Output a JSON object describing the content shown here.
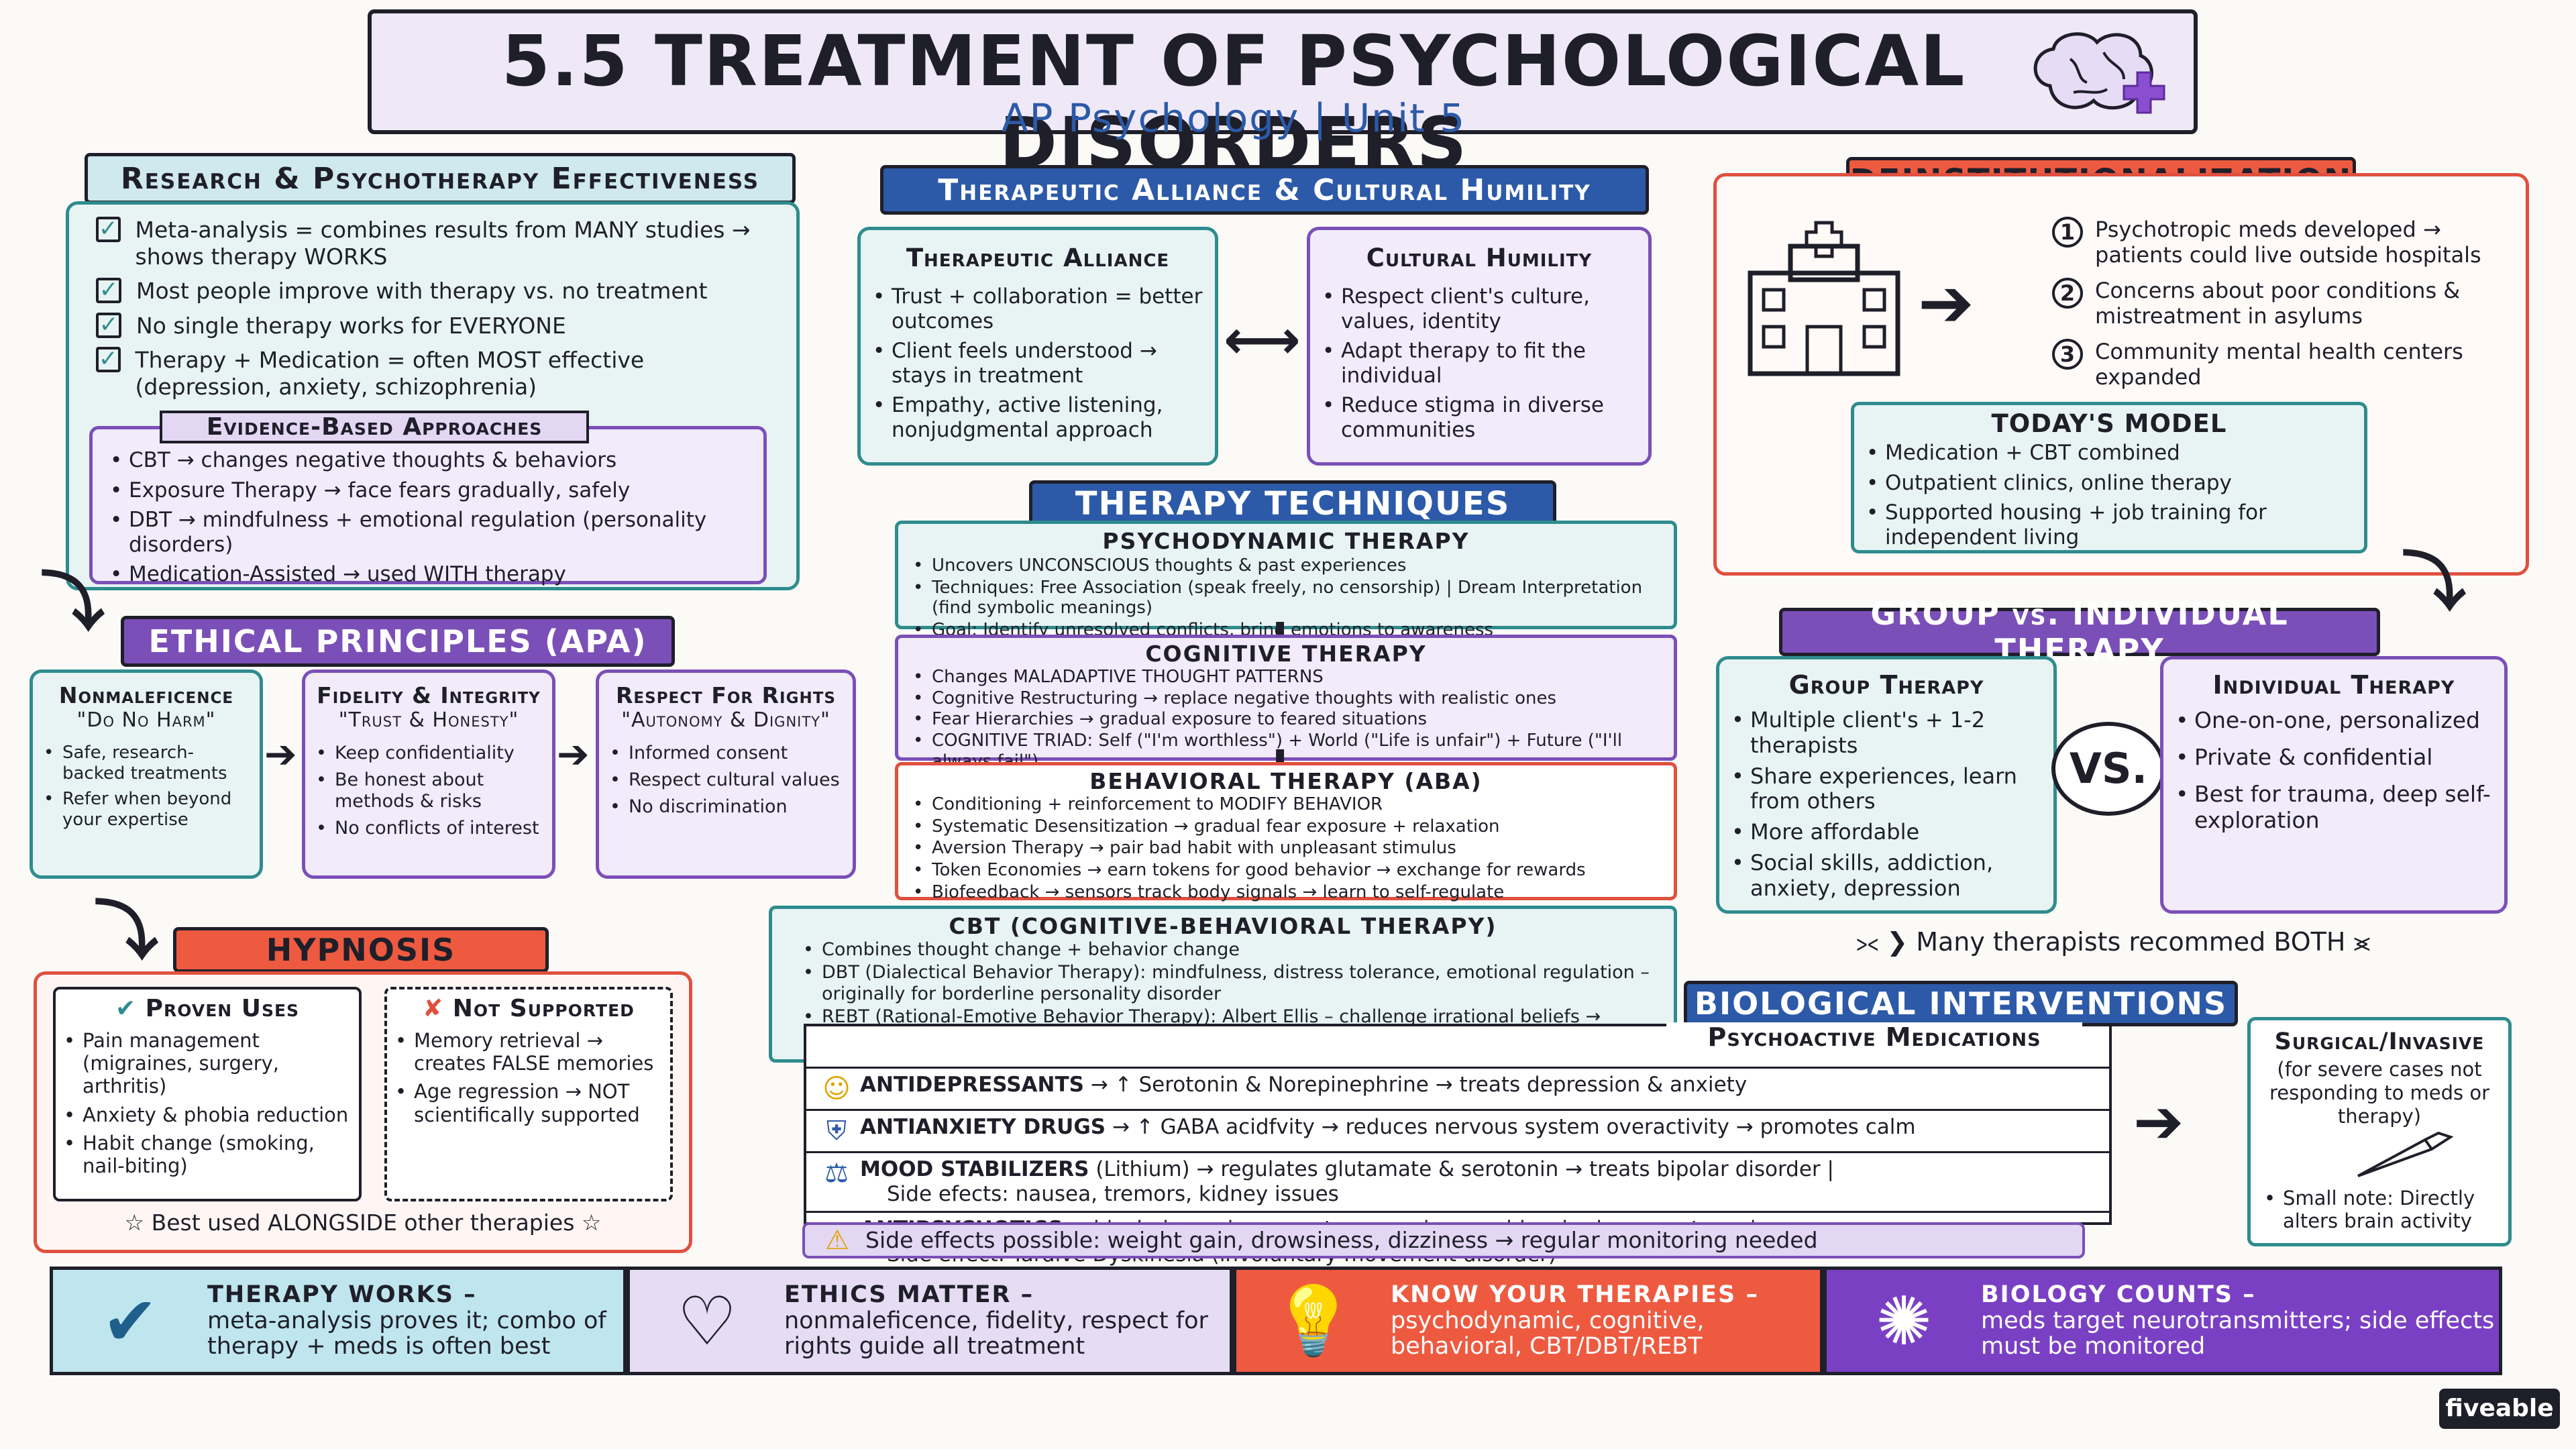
{
  "header": {
    "title": "5.5 TREATMENT OF PSYCHOLOGICAL DISORDERS",
    "subtitle": "AP Psychology | Unit 5"
  },
  "research": {
    "title": "Research & Psychotherapy Effectiveness",
    "items": [
      "Meta-analysis = combines results from MANY studies → shows therapy WORKS",
      "Most people improve with therapy vs. no treatment",
      "No single therapy works for EVERYONE",
      "Therapy + Medication = often MOST effective (depression, anxiety, schizophrenia)"
    ],
    "evidence_title": "Evidence-Based Approaches",
    "evidence_items": [
      "CBT → changes negative thoughts & behaviors",
      "Exposure Therapy → face fears gradually, safely",
      "DBT → mindfulness + emotional regulation (personality disorders)",
      "Medication-Assisted → used WITH therapy"
    ]
  },
  "ethics": {
    "title": "ETHICAL PRINCIPLES (APA)",
    "cols": [
      {
        "title": "Nonmaleficence",
        "subtitle": "\"Do No Harm\"",
        "items": [
          "Safe, research-backed treatments",
          "Refer when beyond your expertise"
        ]
      },
      {
        "title": "Fidelity & Integrity",
        "subtitle": "\"Trust & Honesty\"",
        "items": [
          "Keep confidentiality",
          "Be honest about methods & risks",
          "No conflicts of interest"
        ]
      },
      {
        "title": "Respect For Rights",
        "subtitle": "\"Autonomy & Dignity\"",
        "items": [
          "Informed consent",
          "Respect cultural values",
          "No discrimination"
        ]
      }
    ]
  },
  "hypnosis": {
    "title": "HYPNOSIS",
    "proven_title": "Proven Uses",
    "proven_items": [
      "Pain management (migraines, surgery, arthritis)",
      "Anxiety & phobia reduction",
      "Habit change (smoking, nail-biting)"
    ],
    "not_title": "Not Supported",
    "not_items": [
      "Memory retrieval → creates FALSE memories",
      "Age regression → NOT scientifically supported"
    ],
    "footer": "Best used ALONGSIDE other therapies"
  },
  "alliance": {
    "title": "Therapeutic Alliance & Cultural Humility",
    "left_title": "Therapeutic Alliance",
    "left_items": [
      "Trust + collaboration = better outcomes",
      "Client feels understood → stays in treatment",
      "Empathy, active listening, nonjudgmental approach"
    ],
    "right_title": "Cultural Humility",
    "right_items": [
      "Respect client's culture, values, identity",
      "Adapt therapy to fit the individual",
      "Reduce stigma in diverse communities"
    ],
    "arrow": "⟷"
  },
  "techniques": {
    "title": "THERAPY TECHNIQUES",
    "psychodynamic": {
      "title": "PSYCHODYNAMIC THERAPY",
      "items": [
        "Uncovers UNCONSCIOUS thoughts & past experiences",
        "Techniques: Free Association (speak freely, no censorship) | Dream Interpretation (find symbolic meanings)",
        "Goal: Identify unresolved conflicts, bring emotions to awareness"
      ]
    },
    "cognitive": {
      "title": "COGNITIVE THERAPY",
      "items": [
        "Changes MALADAPTIVE THOUGHT PATTERNS",
        "Cognitive Restructuring → replace negative thoughts with realistic ones",
        "Fear Hierarchies → gradual exposure to feared situations",
        "COGNITIVE TRIAD: Self (\"I'm worthless\") + World (\"Life is unfair\") + Future (\"I'll always fail\")"
      ]
    },
    "behavioral": {
      "title": "BEHAVIORAL THERAPY (ABA)",
      "items": [
        "Conditioning + reinforcement to MODIFY BEHAVIOR",
        "Systematic Desensitization → gradual fear exposure + relaxation",
        "Aversion Therapy → pair bad habit with unpleasant stimulus",
        "Token Economies → earn tokens for good behavior → exchange for rewards",
        "Biofeedback → sensors track body signals → learn to self-regulate"
      ]
    },
    "cbt": {
      "title": "CBT (COGNITIVE-BEHAVIORAL THERAPY)",
      "items": [
        "Combines thought change + behavior change",
        "DBT (Dialectical Behavior Therapy): mindfulness, distress tolerance, emotional regulation – originally for borderline personality disorder",
        "REBT (Rational-Emotive Behavior Therapy): Albert Ellis – challenge irrational beliefs → replace with logical ones – \"emotions come from how we INTERPRET events, not the events themselves\""
      ]
    }
  },
  "deinst": {
    "title": "DEINSTITUTIONALIZATION",
    "items": [
      "Psychotropic meds developed → patients could live outside hospitals",
      "Concerns about poor conditions & mistreatment in asylums",
      "Community mental health centers expanded"
    ],
    "nums": [
      "1",
      "2",
      "3"
    ],
    "today_title": "TODAY'S MODEL",
    "today_items": [
      "Medication + CBT combined",
      "Outpatient clinics, online therapy",
      "Supported housing + job training for independent living"
    ]
  },
  "group": {
    "title": "GROUP vs. INDIVIDUAL THERAPY",
    "group_title": "Group Therapy",
    "group_items": [
      "Multiple client's + 1-2 therapists",
      "Share experiences, learn from others",
      "More affordable",
      "Social skills, addiction, anxiety, depression"
    ],
    "vs": "VS.",
    "ind_title": "Individual Therapy",
    "ind_items": [
      "One-on-one, personalized",
      "Private & confidential",
      "Best for trauma, deep self-exploration"
    ],
    "note": "Many therapists recommed BOTH"
  },
  "bio": {
    "title": "BIOLOGICAL INTERVENTIONS",
    "meds_title": "Psychoactive Medications",
    "meds": [
      {
        "icon": "☺",
        "name": "ANTIDEPRESSANTS",
        "text": "→ ↑ Serotonin & Norepinephrine → treats depression & anxiety",
        "sub": ""
      },
      {
        "icon": "⛨",
        "name": "ANTIANXIETY DRUGS",
        "text": "→ ↑ GABA acidfvity → reduces nervous system overactivity → promotes calm",
        "sub": ""
      },
      {
        "icon": "⚖",
        "name": "MOOD STABILIZERS",
        "text": "(Lithium) → regulates glutamate & serotonin → treats bipolar disorder |",
        "sub": "Side efects: nausea, tremors, kidney issues"
      },
      {
        "icon": "✺",
        "name": "ANTIPSYCHOTICS",
        "text": "→ block dopamine receptors → reduces schizophreina symptoms |",
        "sub": "Side effect: Tardive Dyskinesia (involuntary movement disorder)"
      }
    ],
    "warning": "Side effects possible: weight gain, drowsiness, dizziness → regular monitoring needed",
    "surgical_title": "Surgical/Invasive",
    "surgical_sub": "(for severe cases not responding to meds or therapy)",
    "surgical_note": "Small note: Directly alters brain activity"
  },
  "footer": [
    {
      "title": "THERAPY WORKS –",
      "text": "meta-analysis proves it; combo of therapy + meds is often best",
      "icon": "✔",
      "color": "#bfe6ee"
    },
    {
      "title": "ETHICS MATTER –",
      "text": "nonmaleficence, fidelity, respect for rights guide all treatment",
      "icon": "♡",
      "color": "#e6dcf4"
    },
    {
      "title": "KNOW YOUR THERAPIES –",
      "text": "psychodynamic, cognitive, behavioral, CBT/DBT/REBT",
      "icon": "💡",
      "color": "#ee5a40"
    },
    {
      "title": "BIOLOGY COUNTS –",
      "text": "meds target neurotransmitters; side effects must be monitored",
      "icon": "✺",
      "color": "#7a40c4"
    }
  ],
  "brand": "fiveable"
}
